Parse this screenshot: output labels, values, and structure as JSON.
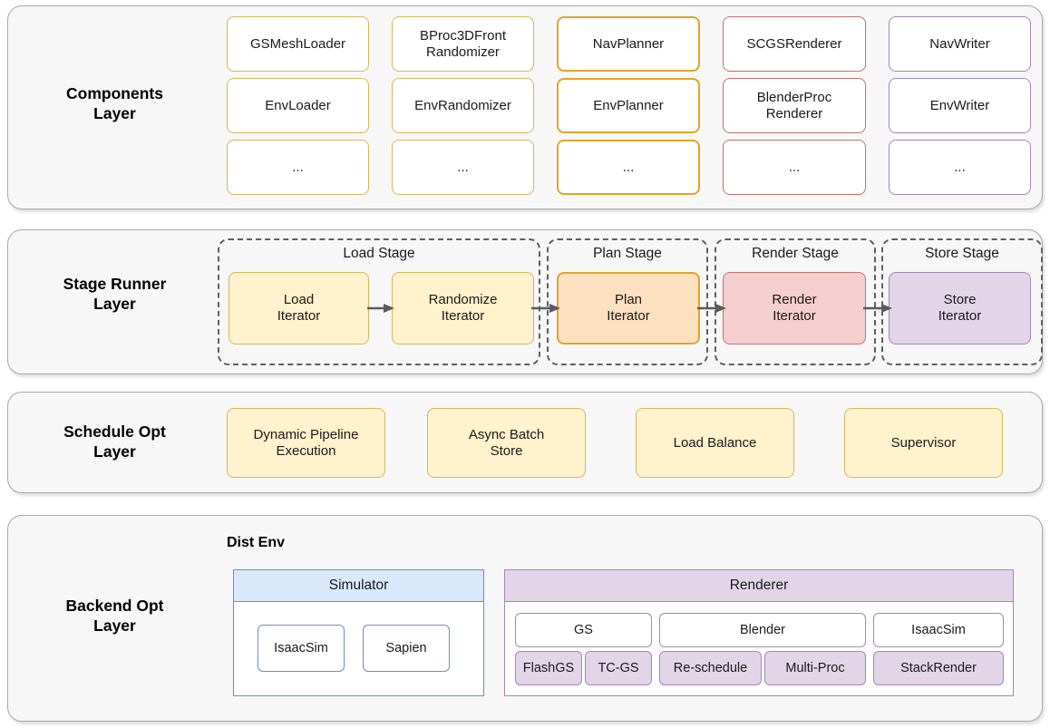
{
  "diagram": {
    "title": "Layered system architecture",
    "colors": {
      "panel_bg": "#f7f7f7",
      "panel_border": "#a8a8a8",
      "gold": "#d6b656",
      "orange": "#e0a526",
      "red": "#c4706c",
      "purple": "#a287b5",
      "blue": "#6c8ebf",
      "fill_yellow": "#fff2cc",
      "fill_peach": "#fce0c0",
      "fill_pink": "#f5cfcf",
      "fill_lavender": "#e1d5e7",
      "fill_blue": "#dae8fc"
    }
  },
  "layers": {
    "components": {
      "label": "Components\nLayer",
      "columns": [
        {
          "accent": "gold",
          "items": [
            "GSMeshLoader",
            "EnvLoader",
            "..."
          ]
        },
        {
          "accent": "gold",
          "items": [
            "BProc3DFront\nRandomizer",
            "EnvRandomizer",
            "..."
          ]
        },
        {
          "accent": "orange",
          "items": [
            "NavPlanner",
            "EnvPlanner",
            "..."
          ]
        },
        {
          "accent": "red",
          "items": [
            "SCGSRenderer",
            "BlenderProc\nRenderer",
            "..."
          ]
        },
        {
          "accent": "purple",
          "items": [
            "NavWriter",
            "EnvWriter",
            "..."
          ]
        }
      ]
    },
    "stage_runner": {
      "label": "Stage Runner\nLayer",
      "stages": [
        {
          "title": "Load Stage",
          "nodes": [
            {
              "label": "Load\nIterator",
              "fill": "fill_yellow",
              "accent": "gold"
            },
            {
              "label": "Randomize\nIterator",
              "fill": "fill_yellow",
              "accent": "gold"
            }
          ]
        },
        {
          "title": "Plan Stage",
          "nodes": [
            {
              "label": "Plan\nIterator",
              "fill": "fill_peach",
              "accent": "orange"
            }
          ]
        },
        {
          "title": "Render Stage",
          "nodes": [
            {
              "label": "Render\nIterator",
              "fill": "fill_pink",
              "accent": "red"
            }
          ]
        },
        {
          "title": "Store Stage",
          "nodes": [
            {
              "label": "Store\nIterator",
              "fill": "fill_lavender",
              "accent": "purple"
            }
          ]
        }
      ],
      "arrow_count": 4
    },
    "schedule_opt": {
      "label": "Schedule Opt\nLayer",
      "items": [
        "Dynamic Pipeline\nExecution",
        "Async Batch\nStore",
        "Load Balance",
        "Supervisor"
      ]
    },
    "backend_opt": {
      "label": "Backend Opt\nLayer",
      "dist_env_label": "Dist Env",
      "simulator": {
        "title": "Simulator",
        "items": [
          "IsaacSim",
          "Sapien"
        ]
      },
      "renderer": {
        "title": "Renderer",
        "groups": [
          {
            "name": "GS",
            "children": [
              "FlashGS",
              "TC-GS"
            ]
          },
          {
            "name": "Blender",
            "children": [
              "Re-schedule",
              "Multi-Proc"
            ]
          },
          {
            "name": "IsaacSim",
            "children": [
              "StackRender"
            ]
          }
        ]
      }
    }
  }
}
